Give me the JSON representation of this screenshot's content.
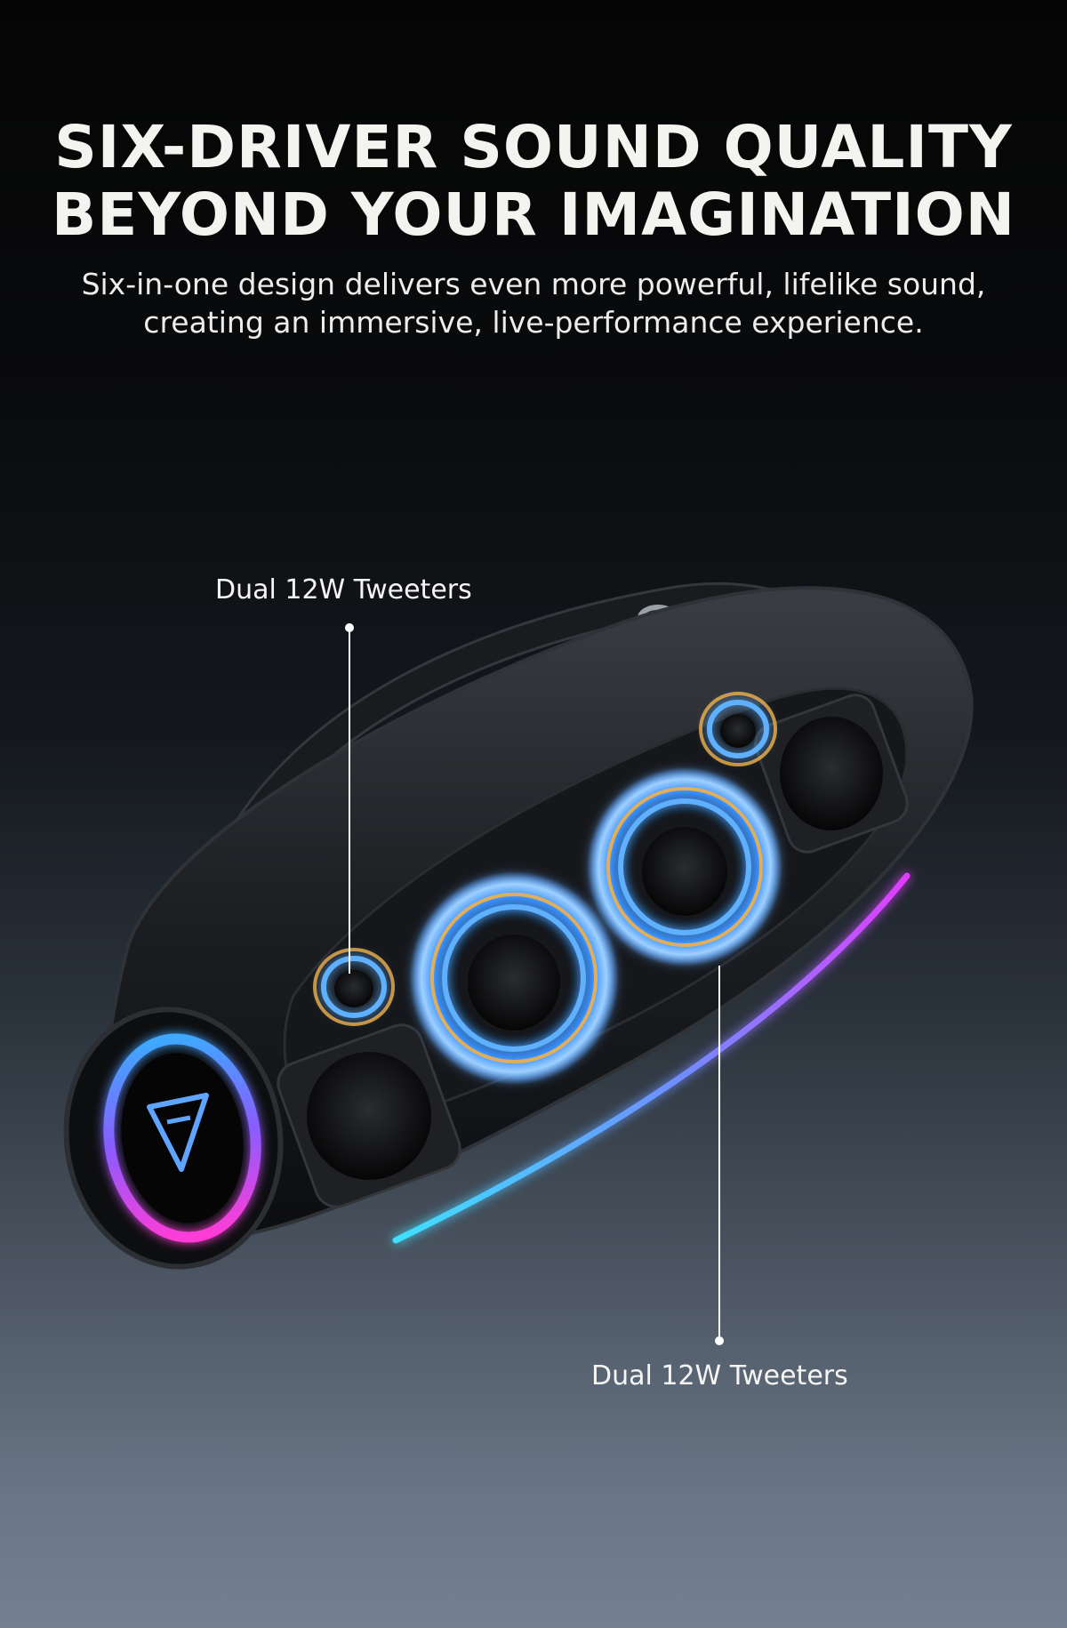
{
  "headline": {
    "line1": "SIX-DRIVER SOUND QUALITY",
    "line2": "BEYOND YOUR IMAGINATION"
  },
  "subtitle": {
    "line1": "Six-in-one design delivers even more powerful, lifelike sound,",
    "line2": "creating an immersive, live-performance experience."
  },
  "callouts": [
    {
      "label": "Dual 12W Tweeters"
    },
    {
      "label": "Dual 12W Tweeters"
    }
  ],
  "colors": {
    "glow_blue": "#2f8bff",
    "glow_gold": "#ffb23a",
    "led_cyan": "#3fe0ff",
    "led_magenta": "#e23cff",
    "text": "#f3f3f0"
  },
  "icons": {
    "brand_logo": "triangle-a-logo-icon"
  }
}
